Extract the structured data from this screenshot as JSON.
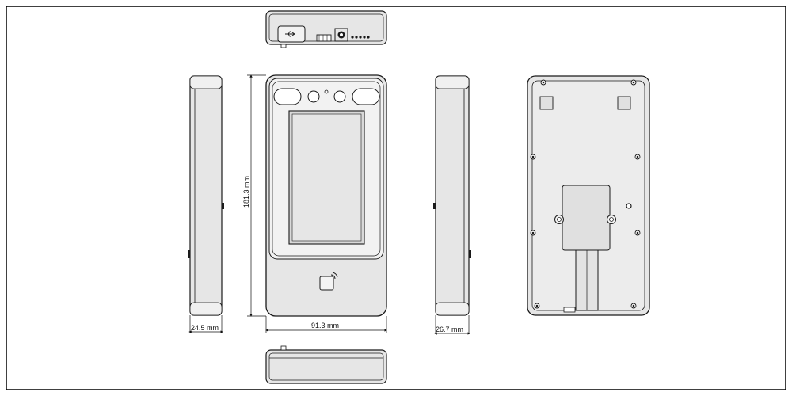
{
  "dimensions": {
    "height_label": "181.3 mm",
    "width_label": "91.3 mm",
    "left_depth_label": "24.5 mm",
    "right_depth_label": "26.7 mm"
  },
  "colors": {
    "frame": "#000000",
    "outline": "#1a1a1a",
    "device_gray": "#e6e6e6",
    "screen_gray": "#d9d9d9"
  },
  "icons": {
    "usb": "usb-icon",
    "card_reader": "card-reader-icon",
    "camera": "camera-icon"
  }
}
